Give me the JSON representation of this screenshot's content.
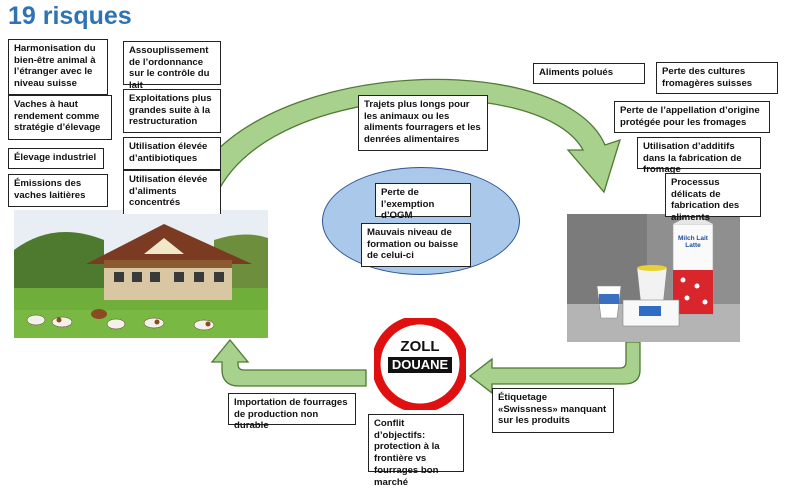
{
  "title": "19 risques",
  "left_risks": [
    "Harmonisation du bien-être animal à l’étranger avec le niveau suisse",
    "Vaches à haut rendement comme stratégie d’élevage",
    "Élevage industriel",
    "Émissions des vaches laitières"
  ],
  "middle_left_risks": [
    "Assouplissement de l’ordonnance sur le contrôle du lait",
    "Exploitations plus grandes suite à la restructuration",
    "Utilisation élevée d’antibiotiques",
    "Utilisation élevée d’aliments concentrés"
  ],
  "top_center_risk": "Trajets plus longs pour les animaux ou les aliments fourragers et les denrées alimentaires",
  "right_risks": [
    "Aliments polués",
    "Perte des cultures fromagères suisses",
    "Perte de l’appellation d’origine protégée pour les fromages",
    "Utilisation d’additifs dans la fabrication de fromage",
    "Processus délicats de fabrication des aliments"
  ],
  "center_risks": [
    "Perte de l’exemption d’OGM",
    "Mauvais niveau de formation ou baisse de celui-ci"
  ],
  "bottom_risks": {
    "etiquetage": "Étiquetage «Swissness» manquant sur les produits",
    "conflit": "Conflit d’objectifs: protection à la frontière vs fourrages bon marché",
    "importation": "Importation de fourrages de production non durable"
  },
  "customs_sign": {
    "top": "ZOLL",
    "bottom": "DOUANE"
  },
  "product_labels": {
    "carton": "Milch Lait Latte"
  },
  "colors": {
    "title": "#2e74b5",
    "arrow_fill": "#a9d18e",
    "arrow_stroke": "#4f7a33",
    "oval_fill": "#a9c8ea",
    "sign_red": "#e01010"
  }
}
